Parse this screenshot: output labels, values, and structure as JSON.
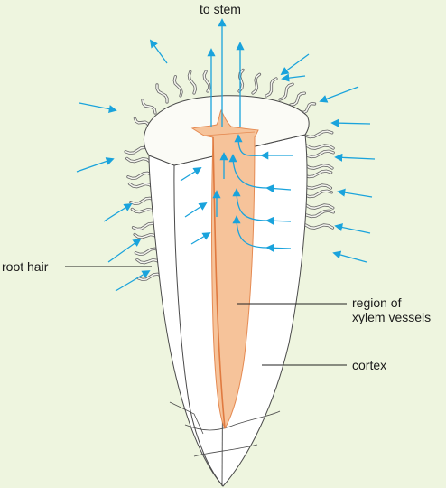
{
  "labels": {
    "top": "to stem",
    "root_hair": "root hair",
    "region_line1": "region of",
    "region_line2": "xylem vessels",
    "cortex": "cortex"
  },
  "colors": {
    "background": "#eef5df",
    "xylem_fill": "#f6c39a",
    "xylem_edge": "#e58a52",
    "arrow": "#1aa3dc",
    "outline": "#4a4a4a"
  }
}
